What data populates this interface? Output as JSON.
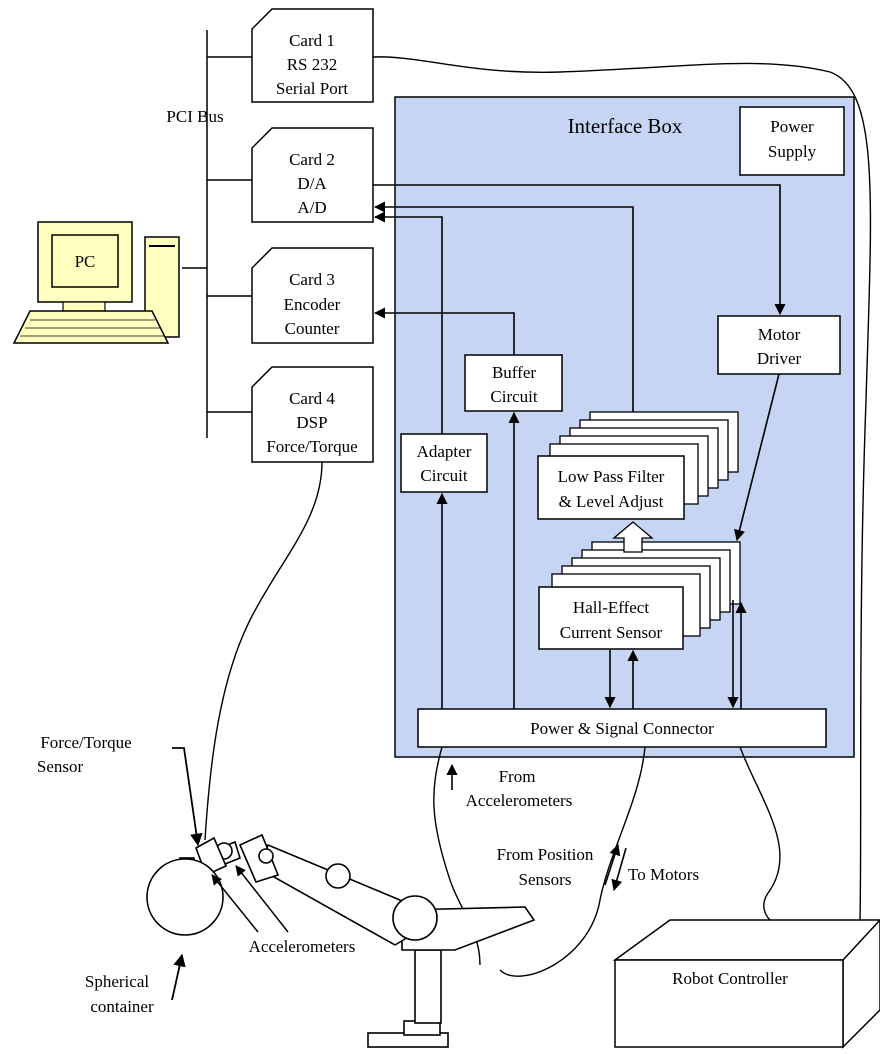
{
  "colors": {
    "interface_box": "#c5d5f3",
    "pc_screen": "#ffffc0",
    "stroke": "#000000"
  },
  "bus": {
    "label": "PCI Bus"
  },
  "pc": {
    "label": "PC"
  },
  "cards": [
    {
      "lines": [
        "Card 1",
        "RS 232",
        "Serial Port"
      ]
    },
    {
      "lines": [
        "Card 2",
        "D/A",
        "A/D"
      ]
    },
    {
      "lines": [
        "Card 3",
        "Encoder",
        "Counter"
      ]
    },
    {
      "lines": [
        "Card 4",
        "DSP",
        "Force/Torque"
      ]
    }
  ],
  "interface_box": {
    "title": "Interface Box"
  },
  "power_supply": {
    "lines": [
      "Power",
      "Supply"
    ]
  },
  "motor_driver": {
    "lines": [
      "Motor",
      "Driver"
    ]
  },
  "buffer_circuit": {
    "lines": [
      "Buffer",
      "Circuit"
    ]
  },
  "adapter_circuit": {
    "lines": [
      "Adapter",
      "Circuit"
    ]
  },
  "low_pass_filter": {
    "lines": [
      "Low Pass Filter",
      "& Level Adjust"
    ]
  },
  "hall_effect": {
    "lines": [
      "Hall-Effect",
      "Current Sensor"
    ]
  },
  "connector": {
    "label": "Power & Signal Connector"
  },
  "from_accelerometers": {
    "lines": [
      "From",
      "Accelerometers"
    ]
  },
  "from_position": {
    "lines": [
      "From Position",
      "Sensors"
    ]
  },
  "to_motors": {
    "label": "To Motors"
  },
  "force_torque_sensor": {
    "lines": [
      "Force/Torque",
      "Sensor"
    ]
  },
  "accelerometers": {
    "label": "Accelerometers"
  },
  "spherical_container": {
    "lines": [
      "Spherical",
      "container"
    ]
  },
  "robot_controller": {
    "label": "Robot Controller"
  }
}
